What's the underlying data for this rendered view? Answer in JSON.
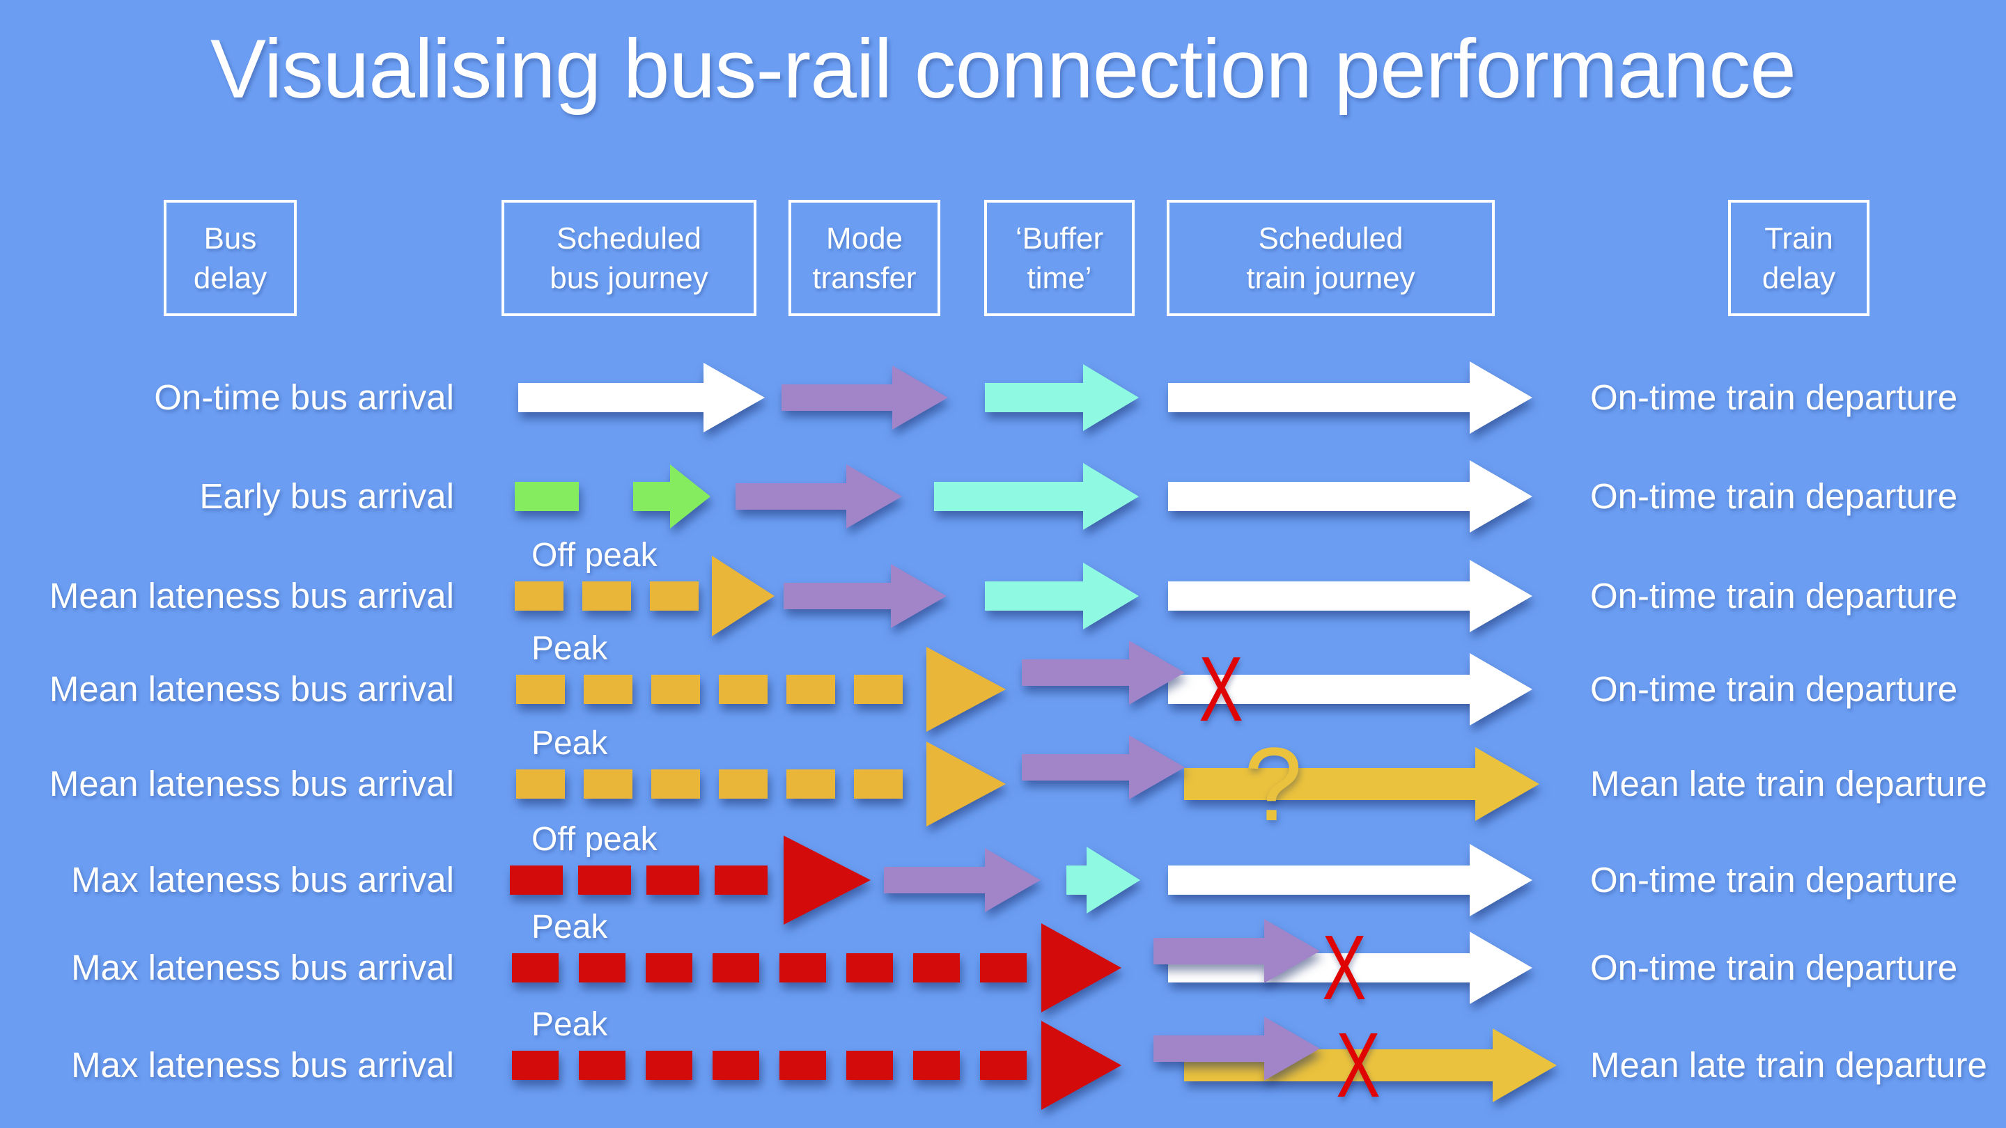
{
  "title": "Visualising bus-rail connection performance",
  "colors": {
    "background": "#6B9EF3",
    "white": "#FFFFFF",
    "purple": "#A284C9",
    "cyan": "#8FFAE1",
    "green": "#85EC60",
    "orange": "#E9B639",
    "orange_train": "#EAC23D",
    "red": "#D40B0B",
    "x_red": "#E00303"
  },
  "headers": [
    {
      "id": "bus-delay",
      "line1": "Bus",
      "line2": "delay"
    },
    {
      "id": "scheduled-bus-journey",
      "line1": "Scheduled",
      "line2": "bus journey"
    },
    {
      "id": "mode-transfer",
      "line1": "Mode",
      "line2": "transfer"
    },
    {
      "id": "buffer-time",
      "line1": "‘Buffer",
      "line2": "time’"
    },
    {
      "id": "scheduled-train-journey",
      "line1": "Scheduled",
      "line2": "train journey"
    },
    {
      "id": "train-delay",
      "line1": "Train",
      "line2": "delay"
    }
  ],
  "rows": [
    {
      "left_label": "On-time bus arrival",
      "sub_label": "",
      "right_label": "On-time train departure",
      "marker": "",
      "segments": [
        "bus:white-solid",
        "transfer:purple",
        "buffer:cyan",
        "train:white"
      ]
    },
    {
      "left_label": "Early bus arrival",
      "sub_label": "",
      "right_label": "On-time train departure",
      "marker": "",
      "segments": [
        "bus:green-dashed",
        "transfer:purple",
        "buffer:cyan",
        "train:white"
      ]
    },
    {
      "left_label": "Mean lateness bus arrival",
      "sub_label": "Off peak",
      "right_label": "On-time train departure",
      "marker": "",
      "segments": [
        "bus:orange-dashed",
        "transfer:purple",
        "buffer:cyan",
        "train:white"
      ]
    },
    {
      "left_label": "Mean lateness bus arrival",
      "sub_label": "Peak",
      "right_label": "On-time train departure",
      "marker": "X",
      "segments": [
        "bus:orange-dashed",
        "transfer:purple",
        "connection-missed:X",
        "train:white"
      ]
    },
    {
      "left_label": "Mean lateness bus arrival",
      "sub_label": "Peak",
      "right_label": "Mean late train departure",
      "marker": "?",
      "segments": [
        "bus:orange-dashed",
        "transfer:purple",
        "held:?",
        "train:orange-late"
      ]
    },
    {
      "left_label": "Max lateness bus arrival",
      "sub_label": "Off peak",
      "right_label": "On-time train departure",
      "marker": "",
      "segments": [
        "bus:red-dashed",
        "transfer:purple",
        "buffer:cyan",
        "train:white"
      ]
    },
    {
      "left_label": "Max lateness bus arrival",
      "sub_label": "Peak",
      "right_label": "On-time train departure",
      "marker": "X",
      "segments": [
        "bus:red-dashed",
        "transfer:purple",
        "connection-missed:X",
        "train:white"
      ]
    },
    {
      "left_label": "Max lateness bus arrival",
      "sub_label": "Peak",
      "right_label": "Mean late train departure",
      "marker": "X",
      "segments": [
        "bus:red-dashed",
        "transfer:purple",
        "connection-missed:X",
        "train:orange-late"
      ]
    }
  ]
}
